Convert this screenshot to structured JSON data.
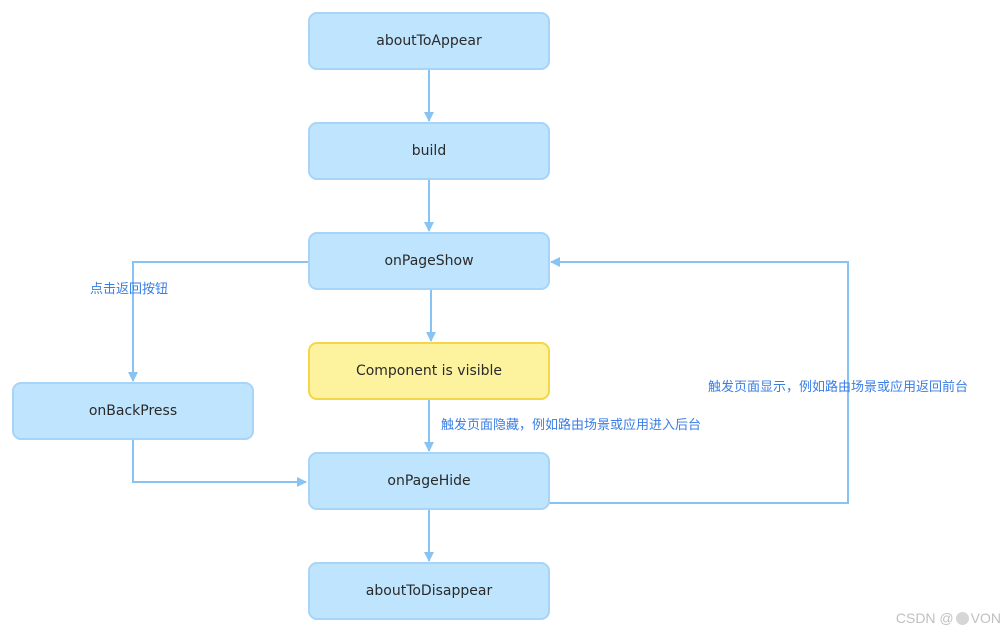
{
  "nodes": {
    "about_to_appear": "aboutToAppear",
    "build": "build",
    "on_page_show": "onPageShow",
    "component_visible": "Component is visible",
    "on_back_press": "onBackPress",
    "on_page_hide": "onPageHide",
    "about_to_disappear": "aboutToDisappear"
  },
  "edge_labels": {
    "back_button": "点击返回按钮",
    "page_hidden": "触发页面隐藏，例如路由场景或应用进入后台",
    "page_shown": "触发页面显示，例如路由场景或应用返回前台"
  },
  "watermark": {
    "prefix": "CSDN @",
    "suffix": "VON"
  },
  "colors": {
    "node_fill": "#bfe4fd",
    "node_border": "#a8d4f7",
    "highlight_fill": "#fdf29e",
    "highlight_border": "#f5d54a",
    "connector": "#88c4f3",
    "label_text": "#3a7ee4"
  }
}
